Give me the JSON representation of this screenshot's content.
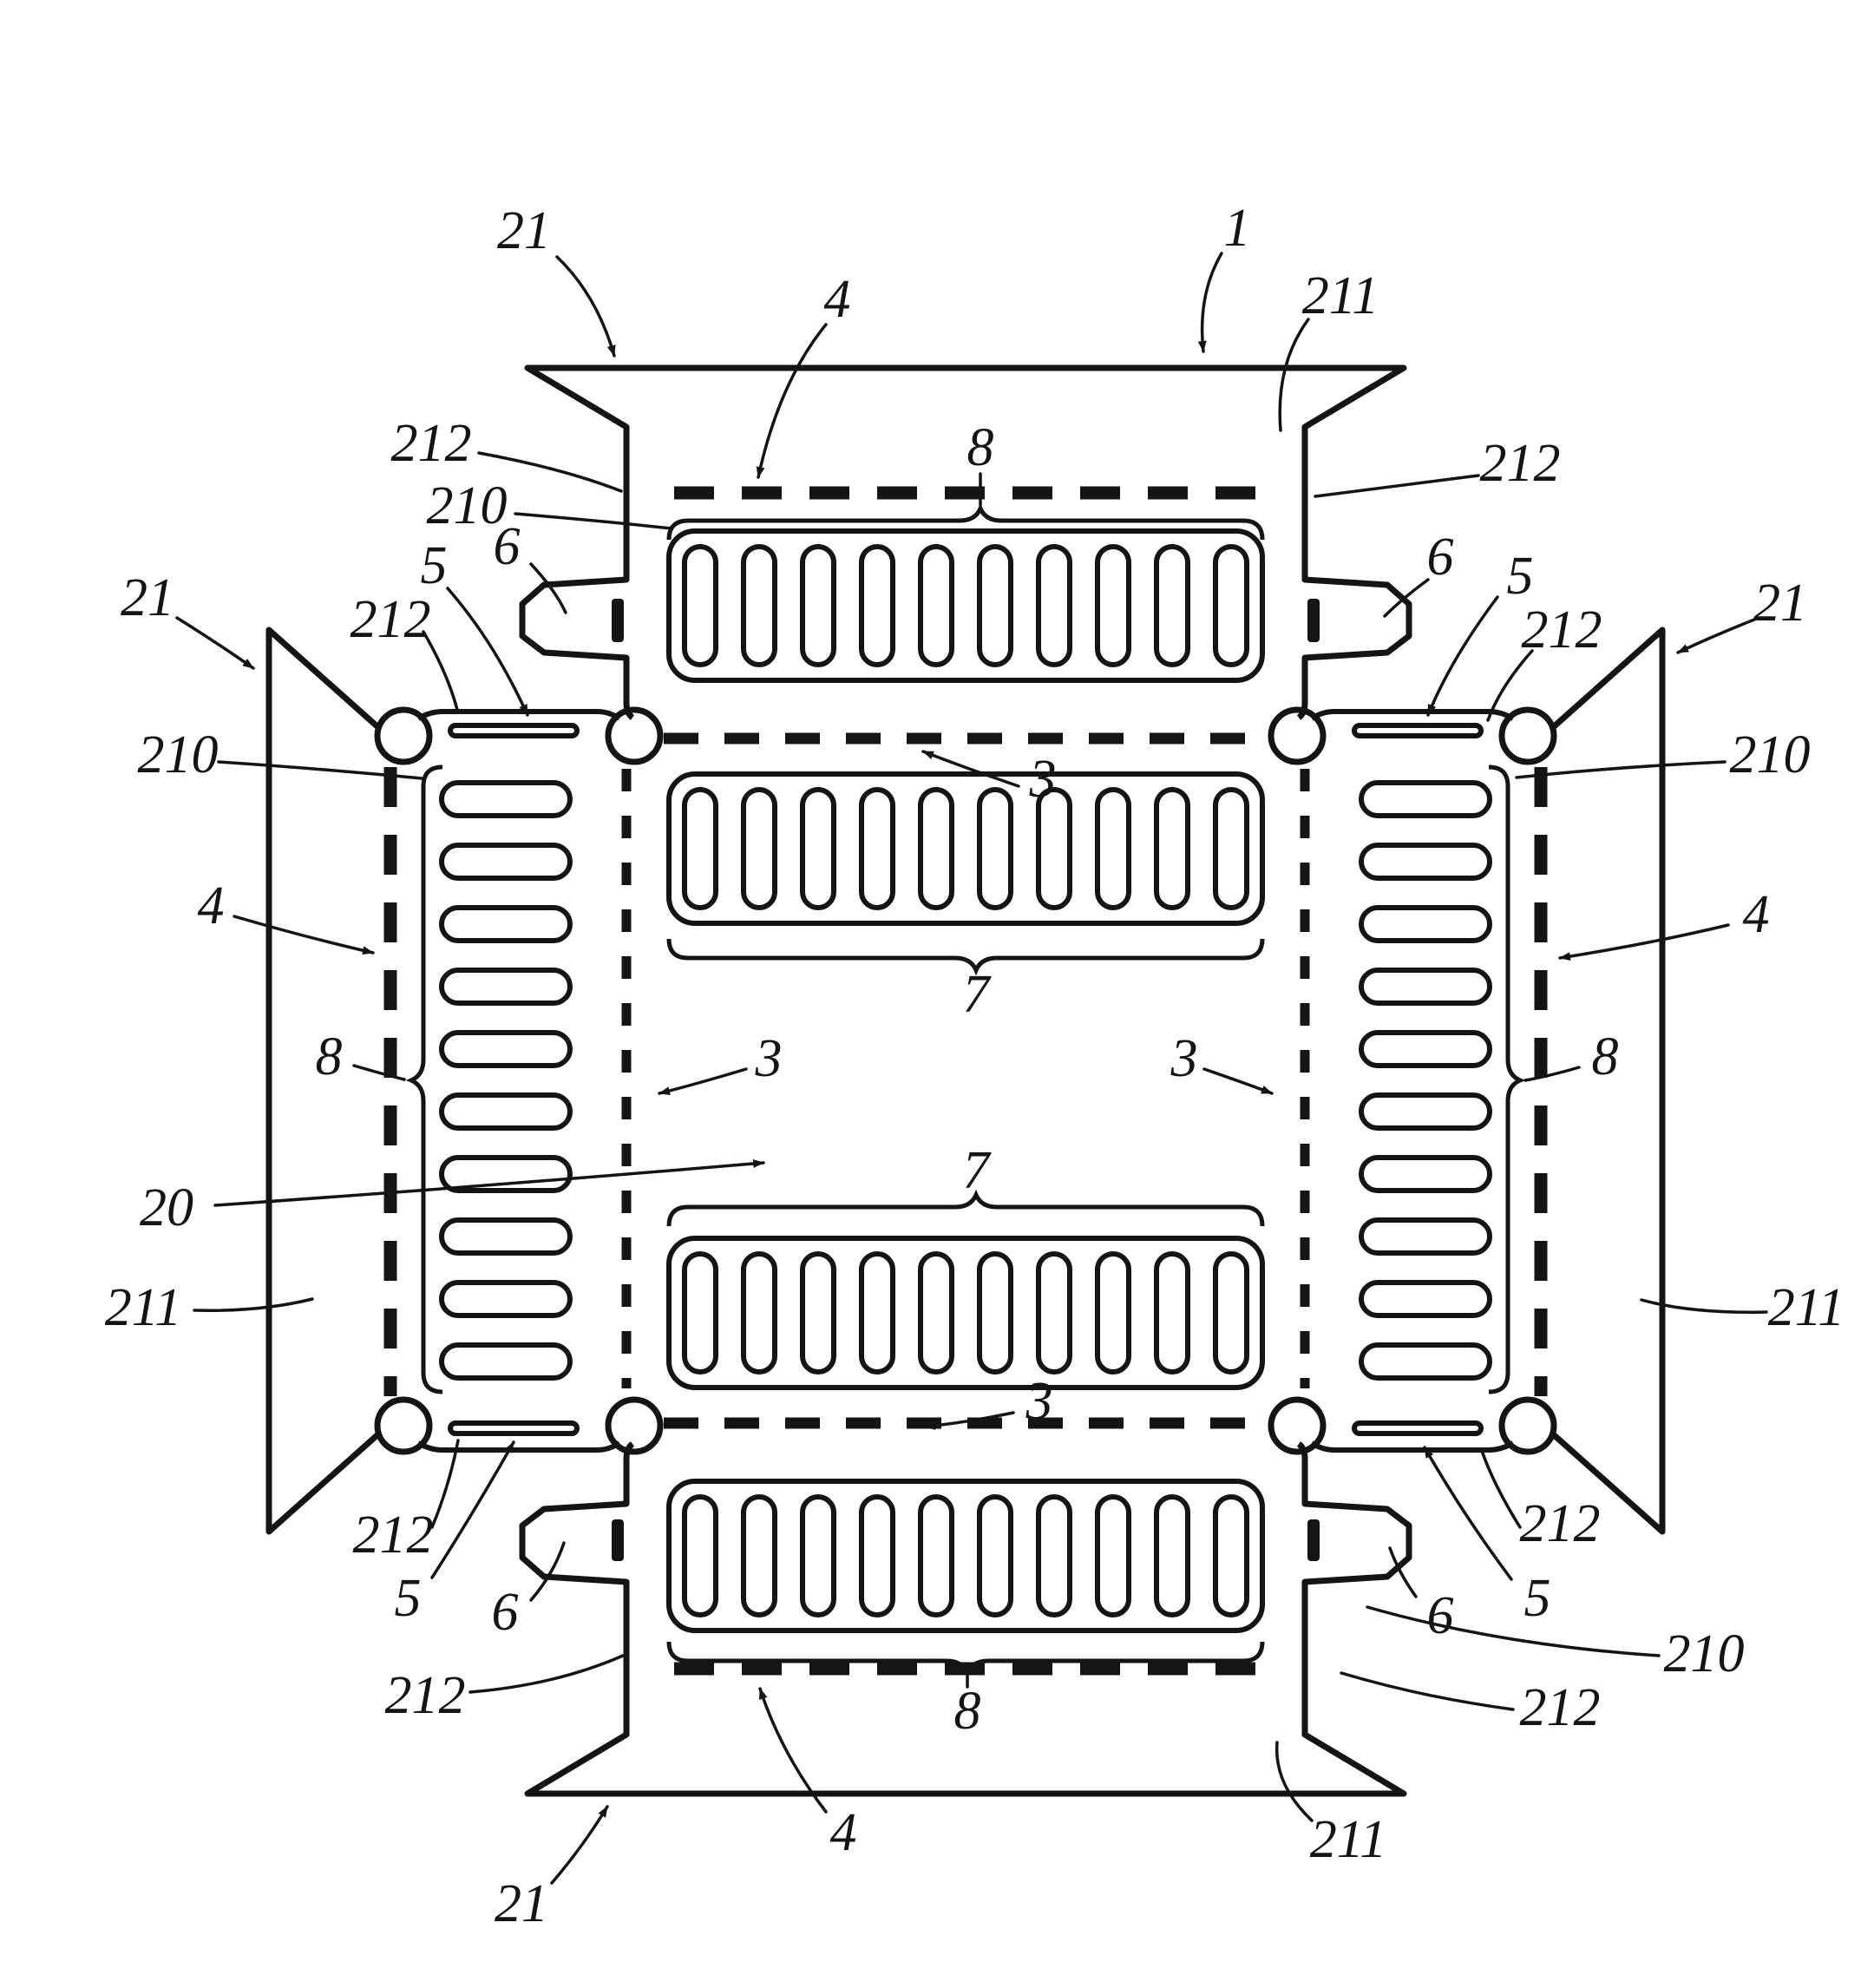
{
  "figure": {
    "background": "#ffffff",
    "line_color": "#141414",
    "features": {
      "slot_rows": 4,
      "slots_per_row": 10,
      "slot_columns": 2,
      "slots_per_column": 10,
      "corner_circles": 8,
      "corner_slits": 4,
      "side_tabs": 4,
      "closure_flaps": 4
    },
    "labels": [
      {
        "id": "label-21-top",
        "text": "21"
      },
      {
        "id": "label-4-top",
        "text": "4"
      },
      {
        "id": "label-8-top",
        "text": "8"
      },
      {
        "id": "label-1",
        "text": "1"
      },
      {
        "id": "label-211-top",
        "text": "211"
      },
      {
        "id": "label-212-topleft-a",
        "text": "212"
      },
      {
        "id": "label-210-topleft",
        "text": "210"
      },
      {
        "id": "label-5-topleft",
        "text": "5"
      },
      {
        "id": "label-6-topleft",
        "text": "6"
      },
      {
        "id": "label-212-topleft-b",
        "text": "212"
      },
      {
        "id": "label-21-left",
        "text": "21"
      },
      {
        "id": "label-212-topright-a",
        "text": "212"
      },
      {
        "id": "label-6-topright",
        "text": "6"
      },
      {
        "id": "label-5-topright",
        "text": "5"
      },
      {
        "id": "label-212-topright-b",
        "text": "212"
      },
      {
        "id": "label-21-right",
        "text": "21"
      },
      {
        "id": "label-210-left",
        "text": "210"
      },
      {
        "id": "label-210-right",
        "text": "210"
      },
      {
        "id": "label-4-left",
        "text": "4"
      },
      {
        "id": "label-4-right",
        "text": "4"
      },
      {
        "id": "label-8-left",
        "text": "8"
      },
      {
        "id": "label-8-right",
        "text": "8"
      },
      {
        "id": "label-3-top",
        "text": "3"
      },
      {
        "id": "label-7-upper",
        "text": "7"
      },
      {
        "id": "label-3-left",
        "text": "3"
      },
      {
        "id": "label-3-right",
        "text": "3"
      },
      {
        "id": "label-20",
        "text": "20"
      },
      {
        "id": "label-7-lower",
        "text": "7"
      },
      {
        "id": "label-211-left",
        "text": "211"
      },
      {
        "id": "label-211-right",
        "text": "211"
      },
      {
        "id": "label-3-bottom",
        "text": "3"
      },
      {
        "id": "label-212-bottomleft-a",
        "text": "212"
      },
      {
        "id": "label-5-bottomleft",
        "text": "5"
      },
      {
        "id": "label-6-bottomleft",
        "text": "6"
      },
      {
        "id": "label-212-bottomleft-b",
        "text": "212"
      },
      {
        "id": "label-212-bottomright-a",
        "text": "212"
      },
      {
        "id": "label-5-bottomright",
        "text": "5"
      },
      {
        "id": "label-6-bottomright",
        "text": "6"
      },
      {
        "id": "label-210-bottomright",
        "text": "210"
      },
      {
        "id": "label-212-bottomright-b",
        "text": "212"
      },
      {
        "id": "label-8-bottom",
        "text": "8"
      },
      {
        "id": "label-4-bottom",
        "text": "4"
      },
      {
        "id": "label-21-bottom",
        "text": "21"
      },
      {
        "id": "label-211-bottom",
        "text": "211"
      }
    ]
  }
}
